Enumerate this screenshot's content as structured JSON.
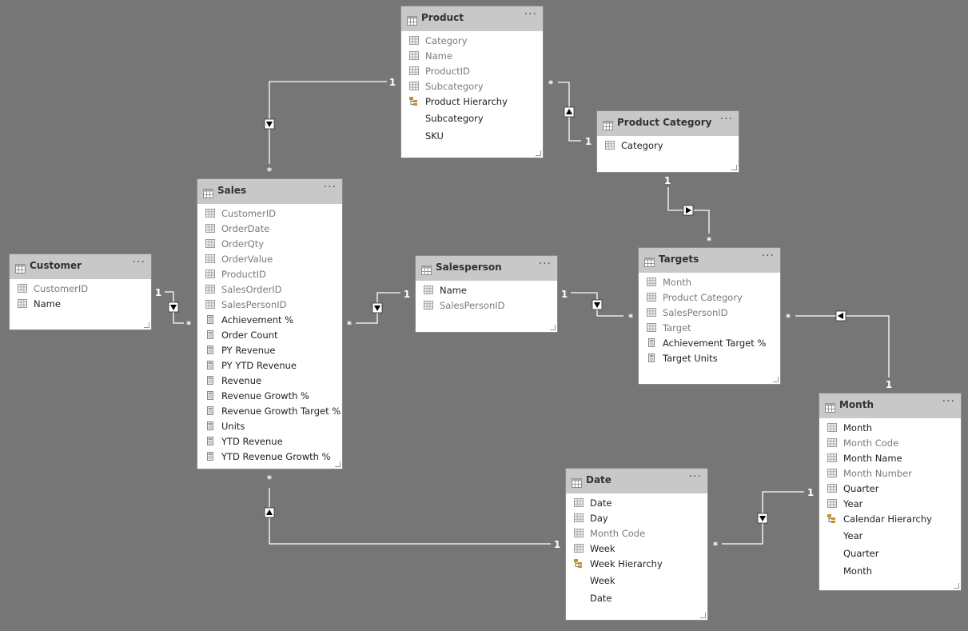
{
  "tables": [
    {
      "name": "Product",
      "fields": [
        {
          "label": "Category",
          "kind": "column",
          "hidden": true
        },
        {
          "label": "Name",
          "kind": "column",
          "hidden": true
        },
        {
          "label": "ProductID",
          "kind": "column",
          "hidden": true
        },
        {
          "label": "Subcategory",
          "kind": "column",
          "hidden": true
        },
        {
          "label": "Product Hierarchy",
          "kind": "hierarchy",
          "hidden": false
        },
        {
          "label": "Subcategory",
          "kind": "level",
          "hidden": false
        },
        {
          "label": "SKU",
          "kind": "level",
          "hidden": false
        }
      ]
    },
    {
      "name": "Product Category",
      "fields": [
        {
          "label": "Category",
          "kind": "column",
          "hidden": false
        }
      ]
    },
    {
      "name": "Sales",
      "fields": [
        {
          "label": "CustomerID",
          "kind": "column",
          "hidden": true
        },
        {
          "label": "OrderDate",
          "kind": "column",
          "hidden": true
        },
        {
          "label": "OrderQty",
          "kind": "column",
          "hidden": true
        },
        {
          "label": "OrderValue",
          "kind": "column",
          "hidden": true
        },
        {
          "label": "ProductID",
          "kind": "column",
          "hidden": true
        },
        {
          "label": "SalesOrderID",
          "kind": "column",
          "hidden": true
        },
        {
          "label": "SalesPersonID",
          "kind": "column",
          "hidden": true
        },
        {
          "label": "Achievement %",
          "kind": "measure",
          "hidden": false
        },
        {
          "label": "Order Count",
          "kind": "measure",
          "hidden": false
        },
        {
          "label": "PY Revenue",
          "kind": "measure",
          "hidden": false
        },
        {
          "label": "PY YTD Revenue",
          "kind": "measure",
          "hidden": false
        },
        {
          "label": "Revenue",
          "kind": "measure",
          "hidden": false
        },
        {
          "label": "Revenue Growth %",
          "kind": "measure",
          "hidden": false
        },
        {
          "label": "Revenue Growth Target %",
          "kind": "measure",
          "hidden": false
        },
        {
          "label": "Units",
          "kind": "measure",
          "hidden": false
        },
        {
          "label": "YTD Revenue",
          "kind": "measure",
          "hidden": false
        },
        {
          "label": "YTD Revenue Growth %",
          "kind": "measure",
          "hidden": false
        }
      ]
    },
    {
      "name": "Customer",
      "fields": [
        {
          "label": "CustomerID",
          "kind": "column",
          "hidden": true
        },
        {
          "label": "Name",
          "kind": "column",
          "hidden": false
        }
      ]
    },
    {
      "name": "Salesperson",
      "fields": [
        {
          "label": "Name",
          "kind": "column",
          "hidden": false
        },
        {
          "label": "SalesPersonID",
          "kind": "column",
          "hidden": true
        }
      ]
    },
    {
      "name": "Targets",
      "fields": [
        {
          "label": "Month",
          "kind": "column",
          "hidden": true
        },
        {
          "label": "Product Category",
          "kind": "column",
          "hidden": true
        },
        {
          "label": "SalesPersonID",
          "kind": "column",
          "hidden": true
        },
        {
          "label": "Target",
          "kind": "column",
          "hidden": true
        },
        {
          "label": "Achievement Target %",
          "kind": "measure",
          "hidden": false
        },
        {
          "label": "Target Units",
          "kind": "measure",
          "hidden": false
        }
      ]
    },
    {
      "name": "Month",
      "fields": [
        {
          "label": "Month",
          "kind": "column",
          "hidden": false
        },
        {
          "label": "Month Code",
          "kind": "column",
          "hidden": true
        },
        {
          "label": "Month Name",
          "kind": "column",
          "hidden": false
        },
        {
          "label": "Month Number",
          "kind": "column",
          "hidden": true
        },
        {
          "label": "Quarter",
          "kind": "column",
          "hidden": false
        },
        {
          "label": "Year",
          "kind": "column",
          "hidden": false
        },
        {
          "label": "Calendar Hierarchy",
          "kind": "hierarchy",
          "hidden": false
        },
        {
          "label": "Year",
          "kind": "level",
          "hidden": false
        },
        {
          "label": "Quarter",
          "kind": "level",
          "hidden": false
        },
        {
          "label": "Month",
          "kind": "level",
          "hidden": false
        }
      ]
    },
    {
      "name": "Date",
      "fields": [
        {
          "label": "Date",
          "kind": "column",
          "hidden": false
        },
        {
          "label": "Day",
          "kind": "column",
          "hidden": false
        },
        {
          "label": "Month Code",
          "kind": "column",
          "hidden": true
        },
        {
          "label": "Week",
          "kind": "column",
          "hidden": false
        },
        {
          "label": "Week Hierarchy",
          "kind": "hierarchy",
          "hidden": false
        },
        {
          "label": "Week",
          "kind": "level",
          "hidden": false
        },
        {
          "label": "Date",
          "kind": "level",
          "hidden": false
        }
      ]
    }
  ],
  "more_glyph": "···",
  "cardinality": {
    "one": "1",
    "many": "*"
  },
  "colors": {
    "canvas": "#767676",
    "header": "#c8c8c8",
    "line": "#ffffff",
    "hidden_text": "#7a7a7a"
  }
}
